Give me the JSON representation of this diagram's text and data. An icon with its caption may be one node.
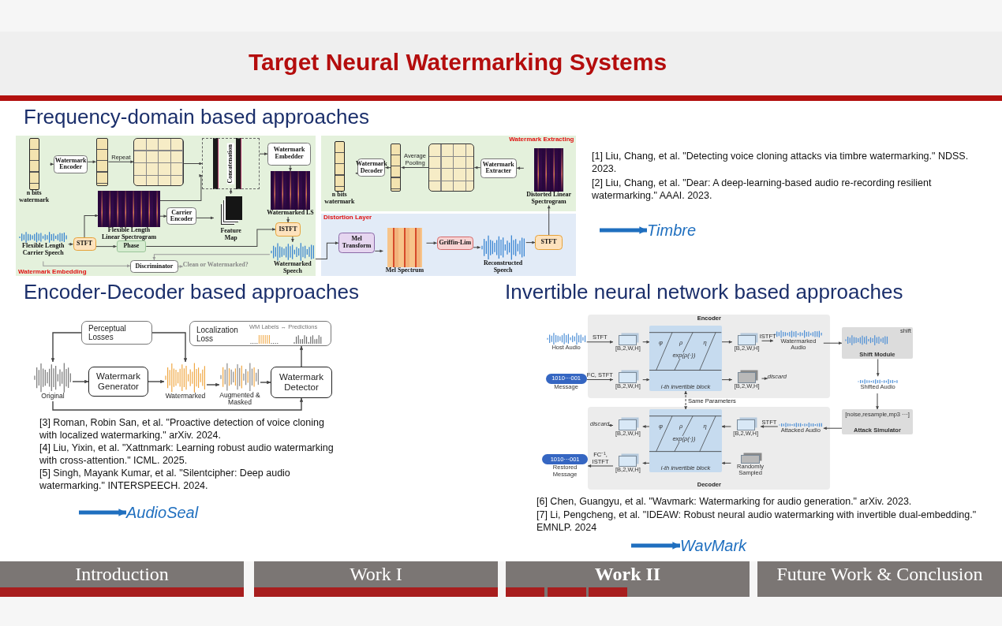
{
  "diagram": {
    "title": "Target Neural Watermarking Systems",
    "nodes": [
      {
        "text": [
          "Watermark Embedding"
        ]
      },
      {
        "text": [
          "n bits watermark"
        ],
        "in": 0
      },
      {
        "text": [
          "Watermark Encoder"
        ],
        "in": 0
      },
      {
        "text": [],
        "shape": "bar",
        "in": 0
      },
      {
        "text": [],
        "shape": "box",
        "in": 0
      },
      {
        "text": [
          "Concatenation"
        ],
        "in": 0
      },
      {
        "text": [
          "Watermark Embedder"
        ],
        "in": 0
      },
      {
        "text": [
          "Watermarked LS"
        ],
        "in": 0
      },
      {
        "text": [
          "Flexible Length Linear Spectrogram"
        ],
        "in": 0
      },
      {
        "text": [
          "Carrier Encoder"
        ],
        "in": 0
      },
      {
        "text": [
          "Feature Map"
        ],
        "in": 0
      },
      {
        "text": [
          "ISTFT"
        ],
        "in": 0
      },
      {
        "text": [
          "Flexible Length Carrier Speech"
        ],
        "in": 0
      },
      {
        "text": [
          "STFT"
        ],
        "in": 0
      },
      {
        "text": [
          "Phase"
        ],
        "in": 0
      },
      {
        "text": [
          "Discriminator"
        ],
        "in": 0
      },
      {
        "text": [
          "Clean or Watermarked?"
        ],
        "in": 0
      },
      {
        "text": [
          "Watermarked Speech"
        ],
        "in": 0
      },
      {
        "text": [
          "Distortion Layer"
        ]
      },
      {
        "text": [
          "Mel Transform"
        ],
        "in": 18
      },
      {
        "text": [
          "Mel Spectrum"
        ],
        "in": 18
      },
      {
        "text": [
          "Griffin-Lim"
        ],
        "in": 18
      },
      {
        "text": [
          "Reconstructed Speech"
        ],
        "in": 18
      },
      {
        "text": [
          "STFT"
        ],
        "in": 18
      },
      {
        "text": [
          "Watermark Extracting"
        ]
      },
      {
        "text": [
          "Distorted Linear Spectrogram"
        ],
        "in": 24
      },
      {
        "text": [
          "Watermark Extracter"
        ],
        "in": 24
      },
      {
        "text": [],
        "shape": "box",
        "in": 24
      },
      {
        "text": [],
        "shape": "bar",
        "in": 24
      },
      {
        "text": [
          "Watermark Decoder"
        ],
        "in": 24
      },
      {
        "text": [
          "n bits watermark"
        ],
        "in": 24
      },
      {
        "text": [
          "Perceptual Losses"
        ]
      },
      {
        "text": [
          "Localization Loss",
          "WM Labels ↔ Predictions"
        ]
      },
      {
        "text": [
          "Original"
        ]
      },
      {
        "text": [
          "Watermark Generator"
        ]
      },
      {
        "text": [
          "Watermarked"
        ]
      },
      {
        "text": [
          "Augmented & Masked"
        ]
      },
      {
        "text": [
          "Watermark Detector"
        ]
      },
      {
        "text": [
          "Encoder"
        ]
      },
      {
        "text": [
          "Host Audio"
        ]
      },
      {
        "text": [
          "1010···001",
          "Message"
        ]
      },
      {
        "text": [
          "[B,2,W,H]"
        ],
        "in": 38
      },
      {
        "text": [
          "[B,2,W,H]"
        ],
        "in": 38
      },
      {
        "text": [
          "φ",
          "ρ",
          "η",
          "exp(ρ(·))",
          "i-th invertible block"
        ],
        "in": 38
      },
      {
        "text": [
          "[B,2,W,H]"
        ],
        "in": 38
      },
      {
        "text": [
          "[B,2,W,H]"
        ],
        "in": 38
      },
      {
        "text": [
          "Watermarked Audio"
        ],
        "in": 38
      },
      {
        "text": [
          "discard"
        ],
        "in": 38
      },
      {
        "text": [
          "shift",
          "Shift Module"
        ]
      },
      {
        "text": [
          "Shifted Audio"
        ]
      },
      {
        "text": [
          "[noise,resample,mp3 ···]",
          "Attack Simulator"
        ]
      },
      {
        "text": [
          "Decoder"
        ]
      },
      {
        "text": [
          "Attacked Audio"
        ],
        "in": 51
      },
      {
        "text": [
          "[B,2,W,H]"
        ],
        "in": 51
      },
      {
        "text": [
          "Randomly Sampled"
        ],
        "in": 51
      },
      {
        "text": [
          "φ",
          "ρ",
          "η",
          "exp(ρ(·))",
          "i-th invertible block"
        ],
        "in": 51
      },
      {
        "text": [
          "[B,2,W,H]"
        ],
        "in": 51
      },
      {
        "text": [
          "[B,2,W,H]"
        ],
        "in": 51
      },
      {
        "text": [
          "discard"
        ],
        "in": 51
      },
      {
        "text": [
          "1010···001",
          "Restored Message"
        ]
      },
      {
        "text": [
          "Timbre"
        ]
      },
      {
        "text": [
          "AudioSeal"
        ]
      },
      {
        "text": [
          "WavMark"
        ]
      },
      {
        "text": [
          "Introduction"
        ]
      },
      {
        "text": [
          "Work I"
        ]
      },
      {
        "text": [
          "Work II"
        ]
      },
      {
        "text": [
          "Future Work & Conclusion"
        ]
      }
    ],
    "edges": [
      {
        "from": 1,
        "to": 2,
        "arrow": "to"
      },
      {
        "from": 2,
        "to": 3,
        "arrow": "to"
      },
      {
        "from": 3,
        "to": 4,
        "arrow": "to",
        "label": "Repeat"
      },
      {
        "from": 4,
        "to": 5,
        "arrow": "to"
      },
      {
        "from": 5,
        "to": 6,
        "arrow": "to"
      },
      {
        "from": 6,
        "to": 7,
        "arrow": "to"
      },
      {
        "from": 7,
        "to": 11,
        "arrow": "to"
      },
      {
        "from": 8,
        "to": 5,
        "arrow": "to"
      },
      {
        "from": 8,
        "to": 9,
        "arrow": "to"
      },
      {
        "from": 9,
        "to": 10,
        "arrow": "to"
      },
      {
        "from": 10,
        "to": 5,
        "arrow": "to"
      },
      {
        "from": 12,
        "to": 13,
        "arrow": "to"
      },
      {
        "from": 13,
        "to": 8,
        "arrow": "to"
      },
      {
        "from": 13,
        "to": 14,
        "arrow": "to"
      },
      {
        "from": 14,
        "to": 11,
        "arrow": "to"
      },
      {
        "from": 11,
        "to": 17,
        "arrow": "to"
      },
      {
        "from": 17,
        "to": 15,
        "arrow": "to",
        "color": "#999999"
      },
      {
        "from": 12,
        "to": 15,
        "arrow": "to",
        "color": "#999999"
      },
      {
        "from": 15,
        "to": 16,
        "arrow": "to",
        "color": "#999999"
      },
      {
        "from": 17,
        "to": 19,
        "arrow": "to"
      },
      {
        "from": 19,
        "to": 20,
        "arrow": "to"
      },
      {
        "from": 20,
        "to": 21,
        "arrow": "to"
      },
      {
        "from": 21,
        "to": 22,
        "arrow": "to"
      },
      {
        "from": 22,
        "to": 23,
        "arrow": "to"
      },
      {
        "from": 23,
        "to": 25,
        "arrow": "to"
      },
      {
        "from": 25,
        "to": 26,
        "arrow": "to"
      },
      {
        "from": 26,
        "to": 27,
        "arrow": "to"
      },
      {
        "from": 27,
        "to": 28,
        "arrow": "to",
        "label": "Average Pooling"
      },
      {
        "from": 28,
        "to": 29,
        "arrow": "to"
      },
      {
        "from": 29,
        "to": 30,
        "arrow": "to"
      },
      {
        "from": 31,
        "to": 33,
        "arrow": "to"
      },
      {
        "from": 31,
        "to": 35,
        "arrow": "to"
      },
      {
        "from": 33,
        "to": 34,
        "arrow": "to"
      },
      {
        "from": 34,
        "to": 35,
        "arrow": "to"
      },
      {
        "from": 35,
        "to": 36,
        "arrow": "to"
      },
      {
        "from": 36,
        "to": 37,
        "arrow": "to"
      },
      {
        "from": 37,
        "to": 32,
        "arrow": "to"
      },
      {
        "from": 33,
        "to": 37,
        "arrow": "to"
      },
      {
        "from": 39,
        "to": 41,
        "arrow": "to",
        "label": "STFT"
      },
      {
        "from": 40,
        "to": 42,
        "arrow": "to",
        "label": "FC, STFT"
      },
      {
        "from": 41,
        "to": 43,
        "arrow": "to"
      },
      {
        "from": 42,
        "to": 43,
        "arrow": "to"
      },
      {
        "from": 43,
        "to": 44,
        "arrow": "to"
      },
      {
        "from": 43,
        "to": 45,
        "arrow": "to"
      },
      {
        "from": 44,
        "to": 46,
        "arrow": "to",
        "label": "ISTFT"
      },
      {
        "from": 45,
        "to": 47,
        "arrow": "to"
      },
      {
        "from": 46,
        "to": 48,
        "arrow": "to"
      },
      {
        "from": 48,
        "to": 49,
        "arrow": "to"
      },
      {
        "from": 49,
        "to": 50,
        "arrow": "to"
      },
      {
        "from": 50,
        "to": 52,
        "arrow": "to"
      },
      {
        "from": 52,
        "to": 53,
        "arrow": "to",
        "label": "STFT"
      },
      {
        "from": 53,
        "to": 55,
        "arrow": "to"
      },
      {
        "from": 54,
        "to": 55,
        "arrow": "to"
      },
      {
        "from": 55,
        "to": 56,
        "arrow": "to"
      },
      {
        "from": 55,
        "to": 57,
        "arrow": "to"
      },
      {
        "from": 56,
        "to": 58,
        "arrow": "to"
      },
      {
        "from": 57,
        "to": 59,
        "arrow": "to",
        "label": "FC⁻¹, ISTFT"
      },
      {
        "from": 43,
        "to": 55,
        "arrow": "both",
        "style": "dashed",
        "label": "Same Parameters"
      },
      {
        "from": null,
        "to": 60,
        "arrow": "to",
        "style": "thick",
        "color": "#1f6fbf"
      },
      {
        "from": null,
        "to": 61,
        "arrow": "to",
        "style": "thick",
        "color": "#1f6fbf"
      },
      {
        "from": null,
        "to": 62,
        "arrow": "to",
        "style": "thick",
        "color": "#1f6fbf"
      }
    ],
    "labels": [
      "Frequency-domain based approaches",
      "[1] Liu, Chang, et al. \"Detecting voice cloning attacks via timbre watermarking.\" NDSS. 2023.",
      "[2] Liu, Chang, et al. \"Dear: A deep-learning-based audio re-recording resilient watermarking.\" AAAI. 2023.",
      "Encoder-Decoder based approaches",
      "Invertible neural network based approaches",
      "[3] Roman, Robin San, et al. \"Proactive detection of voice cloning with localized watermarking.\" arXiv. 2024.",
      "[4] Liu, Yixin, et al. \"Xattnmark: Learning robust audio watermarking with cross-attention.\" ICML. 2025.",
      "[5] Singh, Mayank Kumar, et al. \"Silentcipher: Deep audio watermarking.\" INTERSPEECH. 2024.",
      "[6] Chen, Guangyu, et al. \"Wavmark: Watermarking for audio generation.\" arXiv. 2023.",
      "[7] Li, Pengcheng, et al. \"IDEAW: Robust neural audio watermarking with invertible dual-embedding.\" EMNLP. 2024"
    ]
  }
}
